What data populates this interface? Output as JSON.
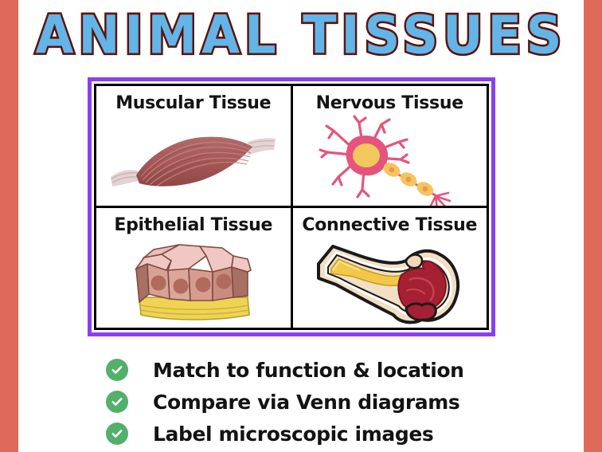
{
  "poster": {
    "title": "ANIMAL TISSUES",
    "title_fill_color": "#63B5E8",
    "title_outline_color": "#5A1510",
    "background_color": "#FFFFFF",
    "side_stripe_color": "#DF6A5A"
  },
  "grid": {
    "border_color": "#8B3FEF",
    "divider_color": "#000000",
    "cells": [
      {
        "label": "Muscular Tissue",
        "icon": "muscle-fiber-illustration"
      },
      {
        "label": "Nervous Tissue",
        "icon": "neuron-illustration"
      },
      {
        "label": "Epithelial Tissue",
        "icon": "epithelium-cells-illustration"
      },
      {
        "label": "Connective Tissue",
        "icon": "bone-cross-section-illustration"
      }
    ]
  },
  "bullets": {
    "check_color": "#52B06B",
    "items": [
      {
        "text": "Match to function & location",
        "icon": "check-circle-icon"
      },
      {
        "text": "Compare via Venn diagrams",
        "icon": "check-circle-icon"
      },
      {
        "text": "Label microscopic images",
        "icon": "check-circle-icon"
      }
    ]
  }
}
